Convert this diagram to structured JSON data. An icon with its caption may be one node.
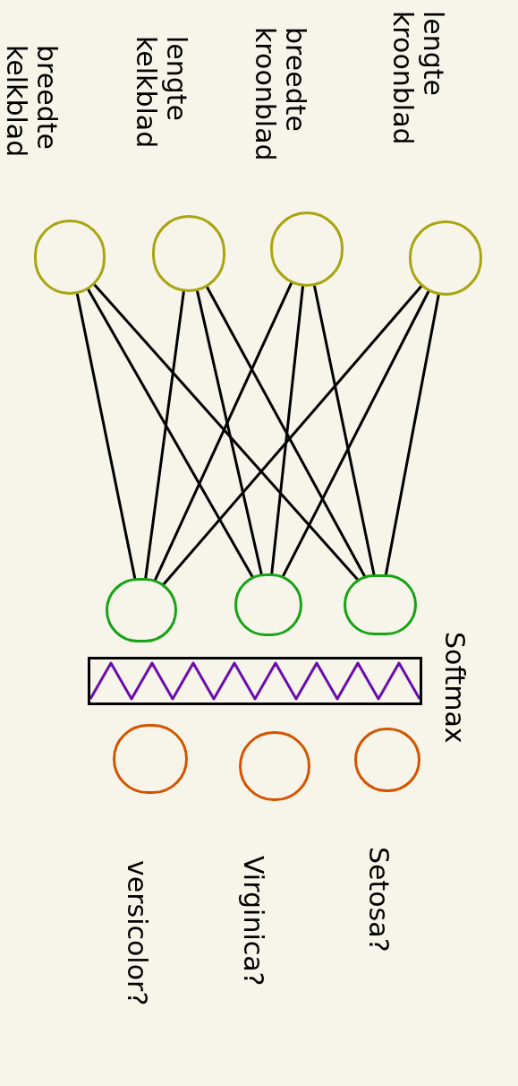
{
  "diagram": {
    "nodes": [
      {
        "text": [
          "breedte kelkblad"
        ]
      },
      {
        "text": [
          "lengte kelkblad"
        ]
      },
      {
        "text": [
          "breedte kroonblad"
        ]
      },
      {
        "text": [
          "lengte kroonblad"
        ]
      },
      {
        "text": [],
        "shape": "circle"
      },
      {
        "text": [],
        "shape": "circle"
      },
      {
        "text": [],
        "shape": "circle"
      },
      {
        "text": [
          "Softmax"
        ]
      },
      {
        "text": [
          "versicolor?"
        ]
      },
      {
        "text": [
          "Virginica?"
        ]
      },
      {
        "text": [
          "Setosa?"
        ]
      }
    ],
    "edges": [
      {
        "from": 0,
        "to": 4,
        "arrow": "none"
      },
      {
        "from": 0,
        "to": 5,
        "arrow": "none"
      },
      {
        "from": 0,
        "to": 6,
        "arrow": "none"
      },
      {
        "from": 1,
        "to": 4,
        "arrow": "none"
      },
      {
        "from": 1,
        "to": 5,
        "arrow": "none"
      },
      {
        "from": 1,
        "to": 6,
        "arrow": "none"
      },
      {
        "from": 2,
        "to": 4,
        "arrow": "none"
      },
      {
        "from": 2,
        "to": 5,
        "arrow": "none"
      },
      {
        "from": 2,
        "to": 6,
        "arrow": "none"
      },
      {
        "from": 3,
        "to": 4,
        "arrow": "none"
      },
      {
        "from": 3,
        "to": 5,
        "arrow": "none"
      },
      {
        "from": 3,
        "to": 6,
        "arrow": "none"
      }
    ]
  }
}
